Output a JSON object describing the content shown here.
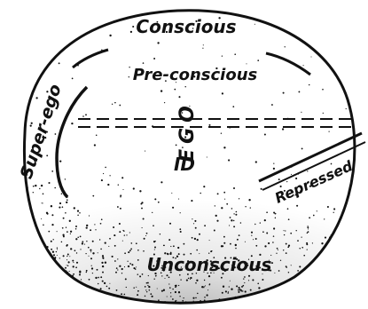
{
  "diagram": {
    "labels": {
      "conscious": "Conscious",
      "preconscious": "Pre-conscious",
      "superego": "Super-ego",
      "ego": "EGO",
      "id": "ID",
      "repressed": "Repressed",
      "unconscious": "Unconscious"
    },
    "colors": {
      "ink": "#111111",
      "paper": "#ffffff"
    }
  }
}
